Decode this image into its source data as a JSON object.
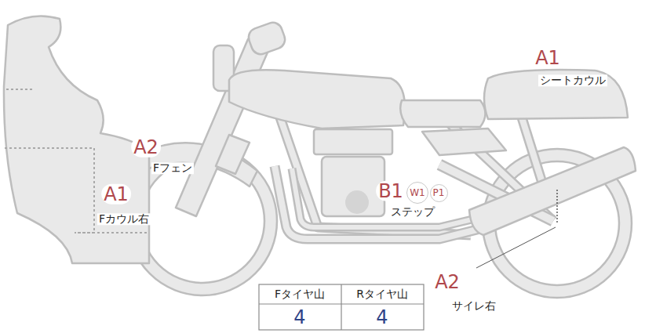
{
  "diagram": {
    "nodes": [
      {
        "text": [
          "W1"
        ]
      },
      {
        "text": [
          "P1"
        ]
      }
    ],
    "labels": [
      "A1",
      "シートカウル",
      "A2",
      "Fフェン",
      "A1",
      "Fカウル右",
      "B1",
      "ステップ",
      "A2",
      "サイレ右",
      "Fタイヤ山",
      "Rタイヤ山",
      "4",
      "4"
    ]
  }
}
